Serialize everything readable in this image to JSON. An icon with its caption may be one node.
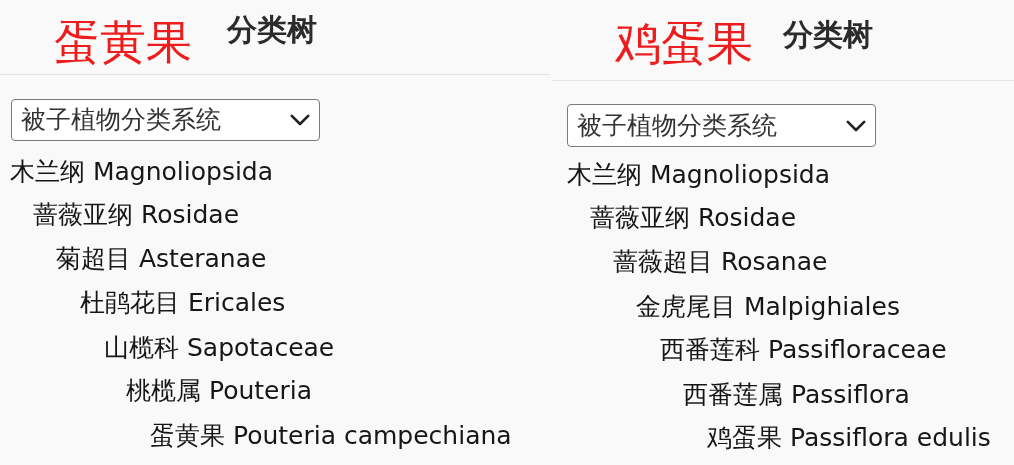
{
  "diagram": {
    "nodes": [
      {
        "text": [
          "被子植物分类系统"
        ]
      },
      {
        "text": [
          "被子植物分类系统"
        ]
      }
    ],
    "labels": [
      "蛋黄果",
      "分类树",
      "木兰纲 Magnoliopsida",
      "蔷薇亚纲 Rosidae",
      "菊超目 Asteranae",
      "杜鹃花目 Ericales",
      "山榄科 Sapotaceae",
      "桃榄属 Pouteria",
      "蛋黄果 Pouteria campechiana",
      "鸡蛋果",
      "分类树",
      "木兰纲 Magnoliopsida",
      "蔷薇亚纲 Rosidae",
      "蔷薇超目 Rosanae",
      "金虎尾目 Malpighiales",
      "西番莲科 Passifloraceae",
      "西番莲属 Passiflora",
      "鸡蛋果 Passiflora edulis"
    ]
  }
}
